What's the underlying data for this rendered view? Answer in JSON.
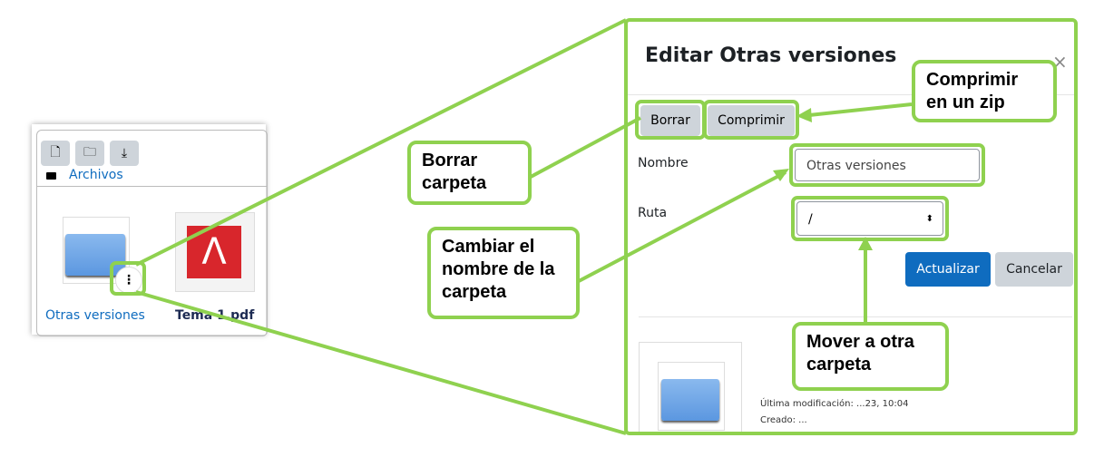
{
  "file_manager": {
    "toolbar": [
      {
        "icon": "file-icon"
      },
      {
        "icon": "folder-icon"
      },
      {
        "icon": "download-icon"
      }
    ],
    "breadcrumb": "Archivos",
    "files": [
      {
        "name": "Otras versiones",
        "type": "folder"
      },
      {
        "name": "Tema 1.pdf",
        "type": "pdf"
      }
    ]
  },
  "dialog": {
    "title": "Editar Otras versiones",
    "close": "×",
    "buttons": {
      "delete": "Borrar",
      "zip": "Comprimir",
      "update": "Actualizar",
      "cancel": "Cancelar"
    },
    "fields": {
      "name_label": "Nombre",
      "name_value": "Otras versiones",
      "path_label": "Ruta",
      "path_value": "/"
    },
    "info": {
      "modified": "Última modificación: ...23, 10:04",
      "created": "Creado: ..."
    }
  },
  "callouts": {
    "delete": "Borrar carpeta",
    "zip": "Comprimir en un zip",
    "rename": "Cambiar el nombre de la carpeta",
    "move": "Mover a otra carpeta"
  },
  "colors": {
    "accent": "#8fd14f",
    "primary": "#0f6cbf",
    "secondary": "#ced4da"
  }
}
